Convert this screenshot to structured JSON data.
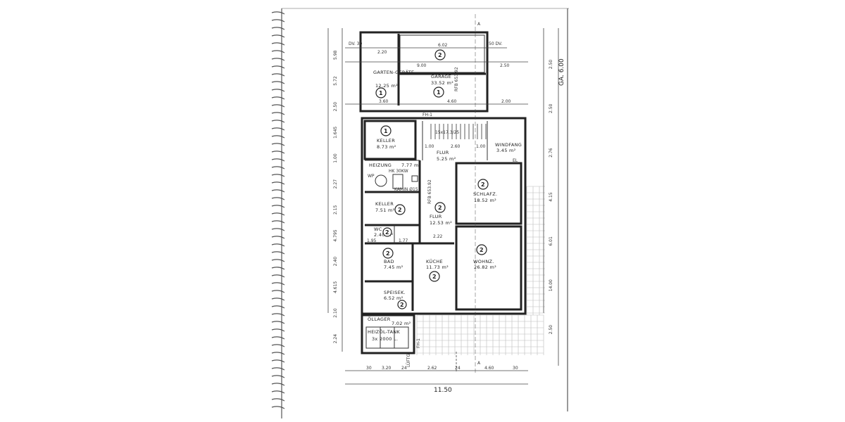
{
  "rooms": [
    {
      "name": "GARTEN-GERÄTE",
      "area": "12.25 m²",
      "level": "1"
    },
    {
      "name": "GARAGE",
      "area": "33.52 m²",
      "level": "1"
    },
    {
      "name": "",
      "area": "",
      "level": "2"
    },
    {
      "name": "KELLER",
      "area": "8.73 m²",
      "level": "1"
    },
    {
      "name": "FLUR",
      "area": "5.25 m²",
      "level": ""
    },
    {
      "name": "WINDFANG",
      "area": "3.45 m²",
      "level": ""
    },
    {
      "name": "HEIZUNG",
      "area": "7.77 m²",
      "level": ""
    },
    {
      "name": "KELLER",
      "area": "7.51 m²",
      "level": "2"
    },
    {
      "name": "FLUR",
      "area": "12.53 m²",
      "level": "2"
    },
    {
      "name": "SCHLAFZ.",
      "area": "18.52 m²",
      "level": "2"
    },
    {
      "name": "WC",
      "area": "2.40 m²",
      "level": "2"
    },
    {
      "name": "BAD",
      "area": "7.45 m²",
      "level": "2"
    },
    {
      "name": "KÜCHE",
      "area": "11.73 m²",
      "level": "2"
    },
    {
      "name": "WOHNZ.",
      "area": "26.82 m²",
      "level": "2"
    },
    {
      "name": "SPEISEK.",
      "area": "6.52 m²",
      "level": "2"
    },
    {
      "name": "ÖLLAGER",
      "area": "7.02 m²",
      "level": ""
    }
  ],
  "fixtures": {
    "tank": "HEIZÖL-TANK",
    "tank_volume": "3x 2000 L.",
    "wp": "WP",
    "hk": "HK 30KW",
    "kamin": "KAMIN Ø15",
    "stairs": "15x17.3/25",
    "rfb_garage": "RFB 653.92",
    "rfb_flur": "RFB 653.92",
    "fh1": "FH-1",
    "fh1_b": "FH-1",
    "el": "EL",
    "luefter": "LÜFTG.",
    "section": "A",
    "ga": "GA. 6.00",
    "dv_left": "DV. 30",
    "dv_right": "50 DV."
  },
  "dimensions": {
    "top": [
      "2.20",
      "6.02",
      "9.00",
      "2.50",
      "3.60",
      "4.60",
      "2.00"
    ],
    "flur": [
      "1.00",
      "2.60",
      "1.00"
    ],
    "mid": [
      "1.95",
      "1.77",
      "2.22"
    ],
    "bottom": [
      "30",
      "3.20",
      "24",
      "2.62",
      "24",
      "4.60",
      "30"
    ],
    "total_width": "11.50",
    "left": [
      "5.98",
      "5.72",
      "2.50",
      "1.645",
      "1.00",
      "2.27",
      "2.15",
      "4.795",
      "2.40",
      "4.615",
      "2.10",
      "2.24"
    ],
    "right": [
      "2.50",
      "2.50",
      "2.76",
      "4.15",
      "6.01",
      "14.00",
      "2.50"
    ]
  }
}
